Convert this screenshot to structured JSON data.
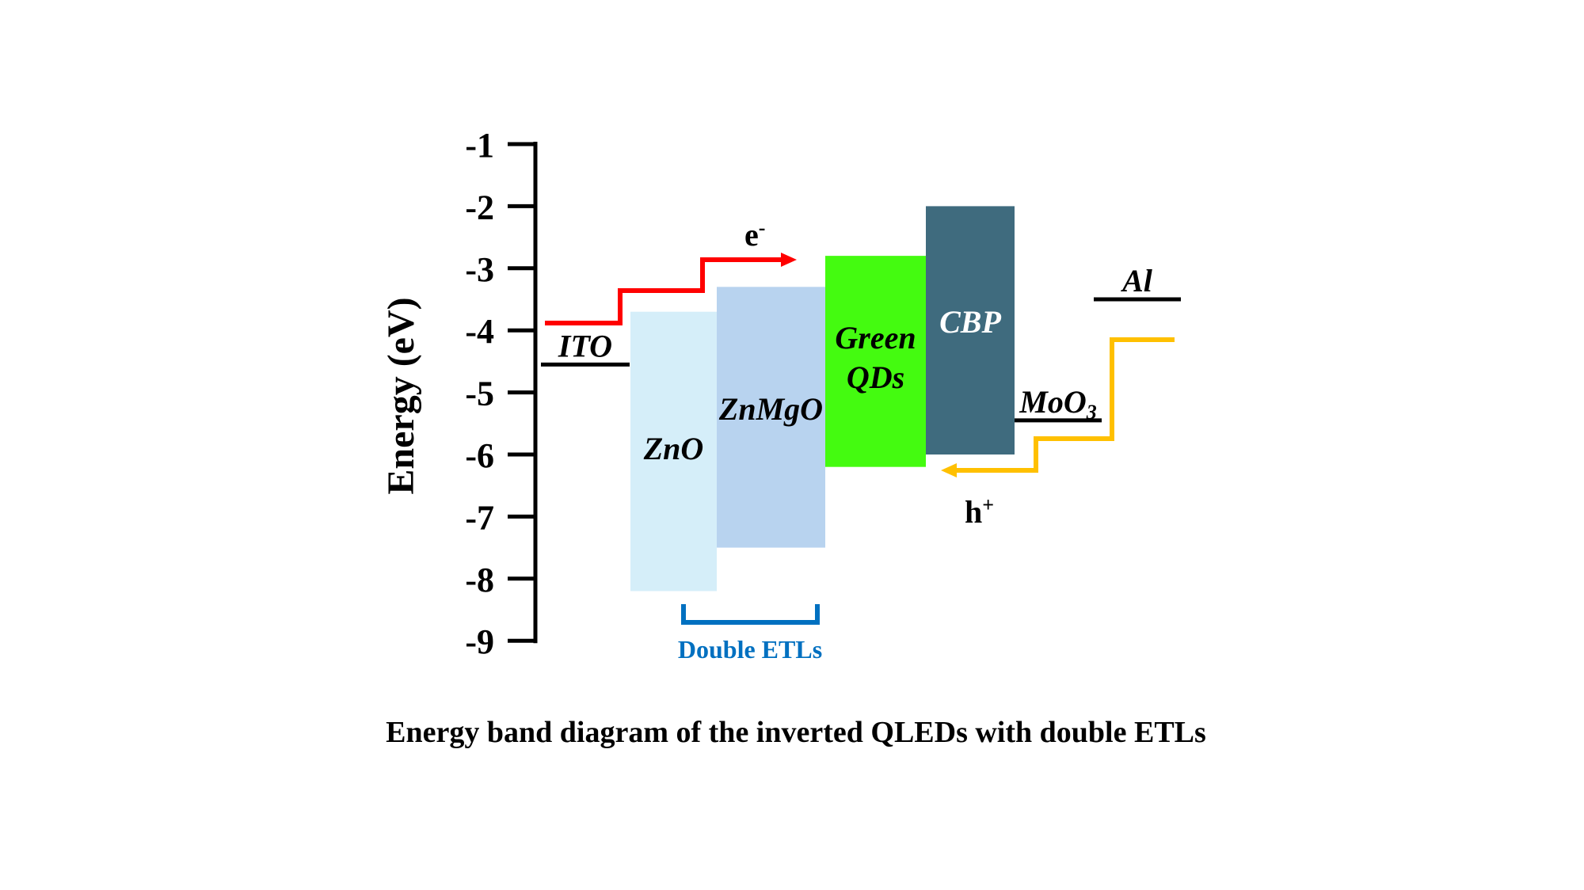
{
  "chart_data": {
    "type": "energy-band",
    "ylabel": "Energy (eV)",
    "ylim": [
      -9,
      -1
    ],
    "yticks": [
      "-1",
      "-2",
      "-3",
      "-4",
      "-5",
      "-6",
      "-7",
      "-8",
      "-9"
    ],
    "bands": [
      {
        "name": "ZnO",
        "top": -3.7,
        "bottom": -8.2,
        "color": "#d5eef9",
        "text_color": "#000000"
      },
      {
        "name": "ZnMgO",
        "top": -3.3,
        "bottom": -7.5,
        "color": "#b8d3ef",
        "text_color": "#000000"
      },
      {
        "name": "Green",
        "name2": "QDs",
        "top": -2.8,
        "bottom": -6.2,
        "color": "#44fb10",
        "text_color": "#000000"
      },
      {
        "name": "CBP",
        "top": -2.0,
        "bottom": -6.0,
        "color": "#3f6b7e",
        "text_color": "#ffffff"
      }
    ],
    "levels": [
      {
        "name": "ITO",
        "value": -4.55
      },
      {
        "name": "MoO",
        "sub": "3",
        "value": -5.45
      },
      {
        "name": "Al",
        "value": -3.5
      }
    ],
    "electron_label": "e",
    "electron_sup": "-",
    "hole_label": "h",
    "hole_sup": "+",
    "electron_color": "#ff0000",
    "hole_color": "#ffc000",
    "bracket_label": "Double ETLs",
    "bracket_color": "#0070c0",
    "caption": "Energy band diagram of the inverted QLEDs with double ETLs"
  }
}
